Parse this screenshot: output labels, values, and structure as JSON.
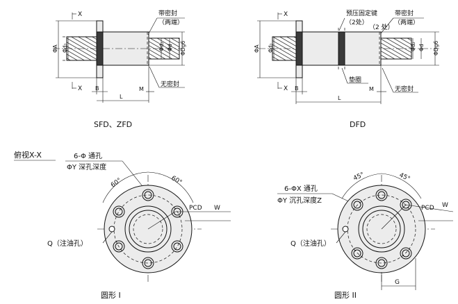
{
  "top_left": {
    "caption": "SFD、ZFD",
    "section_mark": "X",
    "dims": {
      "phi_a": "ΦA",
      "phi_d2": "Φd₂",
      "phi_d": "Φd",
      "phi_dg6": "ΦDg6",
      "b": "B",
      "l": "L",
      "m": "M"
    },
    "notes": {
      "seal_line1": "带密封",
      "seal_line2": "（两端）",
      "no_seal": "无密封"
    }
  },
  "top_right": {
    "caption": "DFD",
    "section_mark": "X",
    "dims": {
      "phi_a": "ΦA",
      "phi_d2": "Φd₂",
      "phi_d": "Φd",
      "phi_dg6": "ΦDg6",
      "b": "B",
      "l": "L",
      "m": "M"
    },
    "notes": {
      "preload_key": "预压固定键",
      "two_places_a": "（2处）",
      "two_places_b": "（2 处）",
      "seal_line1": "带密封",
      "seal_line2": "（两端）",
      "spacer": "垫圈",
      "no_seal": "无密封"
    }
  },
  "bottom_left": {
    "caption": "圆形 I",
    "view_title": "俯视X-X",
    "hole_line1": "6-Φ 通孔",
    "hole_line2": "ΦY 深孔深度",
    "angle_left": "60°",
    "angle_right": "60°",
    "pcd": "PCD",
    "w": "W",
    "oil_hole": "Q（注油孔）"
  },
  "bottom_right": {
    "caption": "圆形 II",
    "angle_left": "45°",
    "angle_right": "45°",
    "hole_line1": "6-ΦX 通孔",
    "hole_line2": "ΦY 沉孔深度Z",
    "pcd": "PCD",
    "w": "W",
    "oil_hole": "Q（注油孔）",
    "g": "G"
  }
}
